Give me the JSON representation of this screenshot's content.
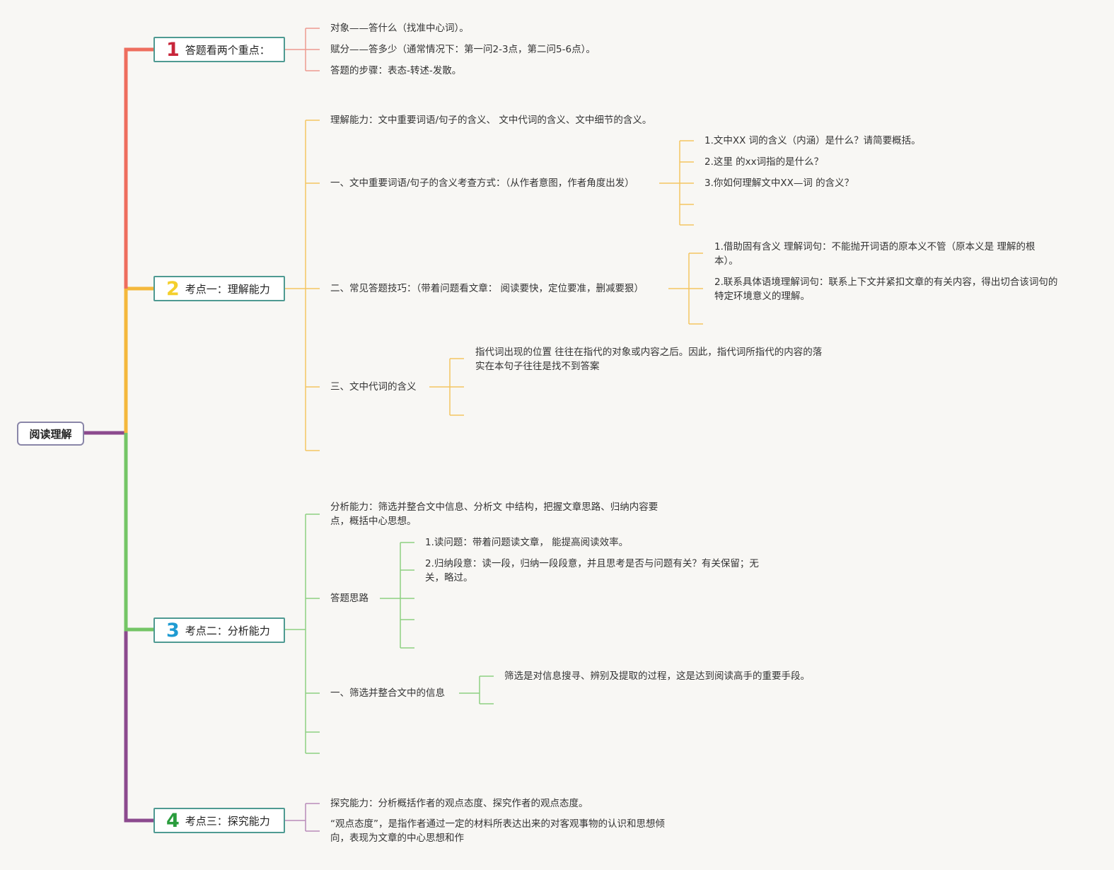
{
  "root": {
    "label": "阅读理解"
  },
  "colors": {
    "red": "#ee6e5e",
    "yellow": "#f4b83c",
    "green": "#74c566",
    "purple": "#8c4a8e"
  },
  "topics": [
    {
      "num": "1",
      "num_color": "#c8263a",
      "label": "答题看两个重点："
    },
    {
      "num": "2",
      "num_color": "#f4cf2c",
      "label": "考点一：理解能力"
    },
    {
      "num": "3",
      "num_color": "#1f9bd2",
      "label": "考点二：分析能力"
    },
    {
      "num": "4",
      "num_color": "#2a9c3d",
      "label": "考点三：探究能力"
    }
  ],
  "topic1": {
    "items": [
      "对象——答什么（找准中心词）。",
      "赋分——答多少（通常情况下：第一问2-3点，第二问5-6点）。",
      "答题的步骤：表态-转述-发散。"
    ]
  },
  "topic2": {
    "intro": "理解能力：文中重要词语/句子的含义、 文中代词的含义、文中细节的含义。",
    "branch1": {
      "label": "一、文中重要词语/句子的含义考查方式：（从作者意图，作者角度出发）",
      "items": [
        "1.文中XX 词的含义（内涵）是什么？请简要概括。",
        "2.这里 的xx词指的是什么？",
        "3.你如何理解文中XX—词 的含义？"
      ]
    },
    "branch2": {
      "label": "二、常见答题技巧：（带着问题看文章： 阅读要快，定位要准，删减要狠）",
      "items": [
        "1.借助固有含义 理解词句：不能抛开词语的原本义不管（原本义是 理解的根本）。",
        "2.联系具体语境理解词句：联系上下文并紧扣文章的有关内容，得出切合该词句的特定环境意义的理解。"
      ]
    },
    "branch3": {
      "label": "三、文中代词的含义",
      "items": [
        "指代词出现的位置 往往在指代的对象或内容之后。因此，指代词所指代的内容的落实在本句子往往是找不到答案"
      ]
    }
  },
  "topic3": {
    "intro": "分析能力：筛选并整合文中信息、分析文 中结构，把握文章思路、归纳内容要点，概括中心思想。",
    "branch1": {
      "label": "答题思路",
      "items": [
        "1.读问题：带着问题读文章， 能提高阅读效率。",
        "2.归纳段意：读一段，归纳一段段意，并且思考是否与问题有关？有关保留；无关，略过。"
      ]
    },
    "branch2": {
      "label": "一、筛选并整合文中的信息",
      "items": [
        "筛选是对信息搜寻、辨别及提取的过程，这是达到阅读高手的重要手段。"
      ]
    }
  },
  "topic4": {
    "items": [
      "探究能力：分析概括作者的观点态度、探究作者的观点态度。",
      "“观点态度”，是指作者通过一定的材料所表达出来的对客观事物的认识和思想倾向，表现为文章的中心思想和作"
    ]
  }
}
